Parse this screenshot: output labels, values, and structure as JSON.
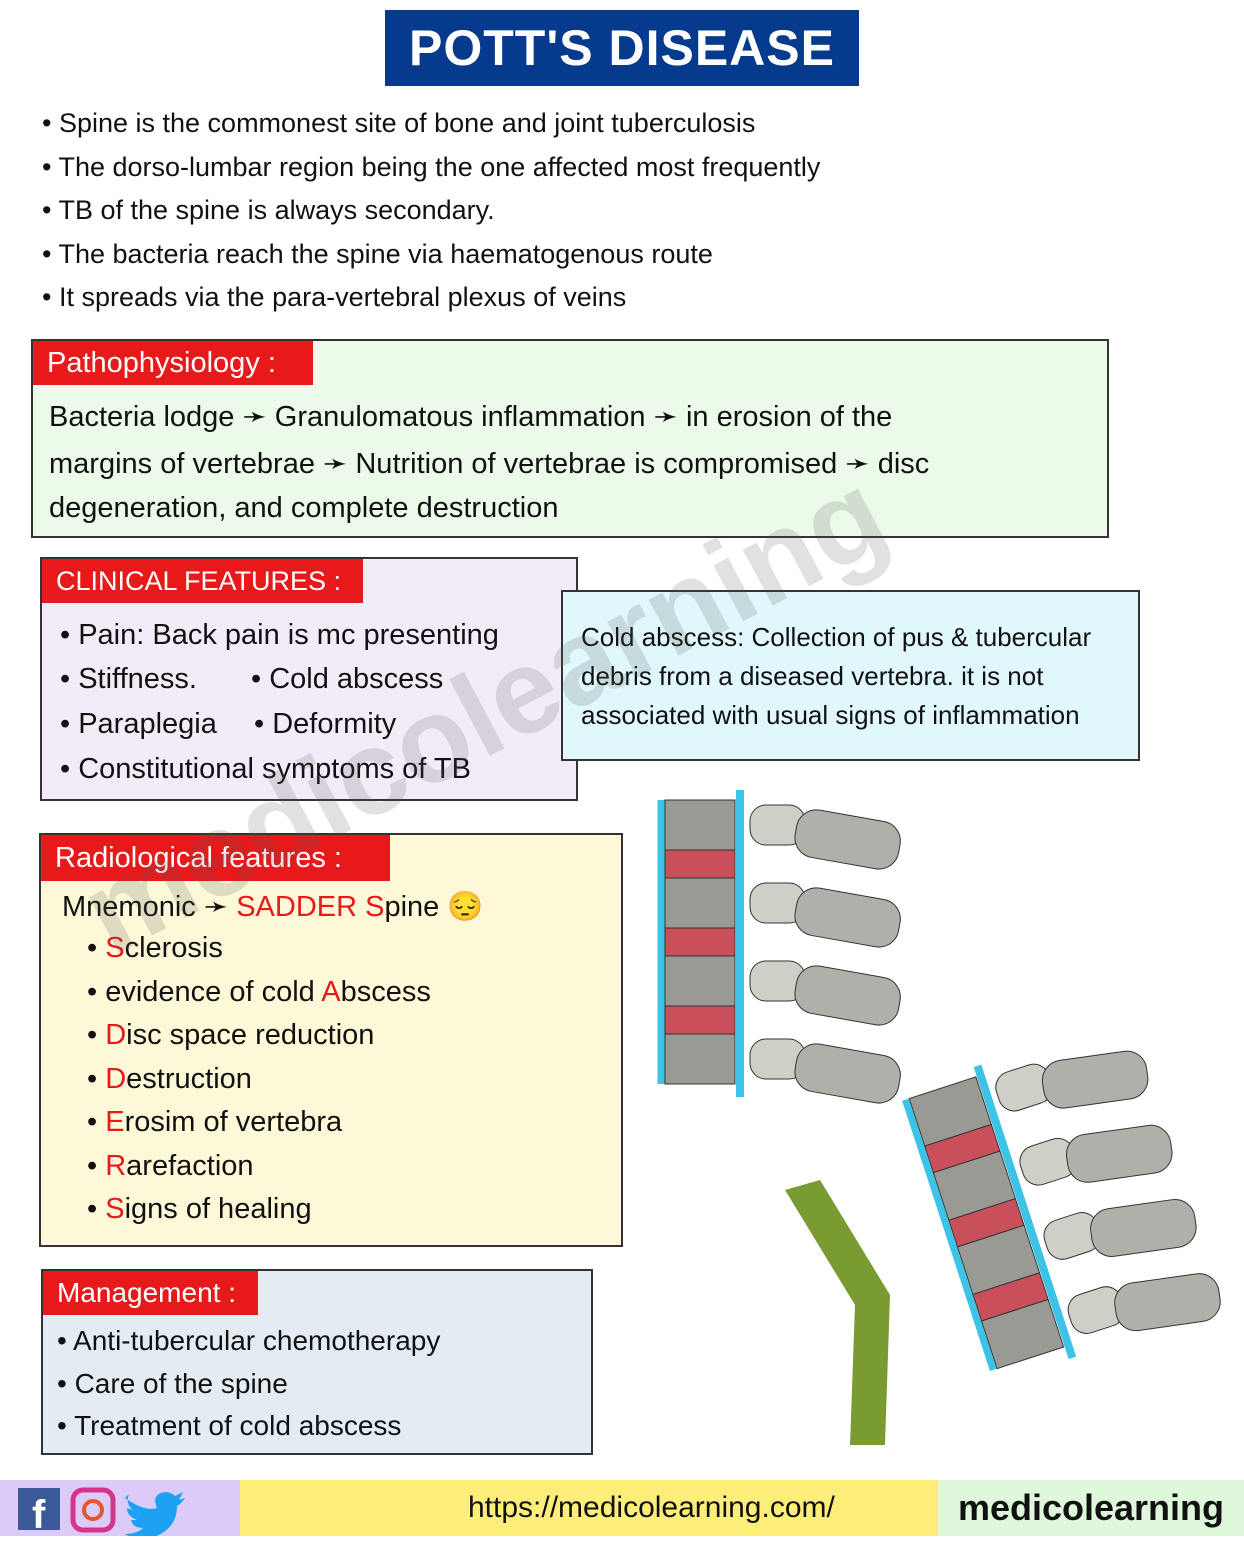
{
  "title": "POTT'S DISEASE",
  "intro": [
    "• Spine is the commonest site of bone and joint tuberculosis",
    "• The dorso-lumbar region being the  one affected most frequently",
    "• TB of the spine is always secondary.",
    "• The bacteria reach the spine via haematogenous route",
    "• It spreads via the para-vertebral plexus of veins"
  ],
  "patho": {
    "header": "Pathophysiology :",
    "lines": [
      "Bacteria lodge ➛ Granulomatous inflammation ➛ in erosion of the",
      "margins of vertebrae ➛ Nutrition of vertebrae is compromised ➛ disc",
      "degeneration, and complete destruction"
    ]
  },
  "clinical": {
    "header": "CLINICAL FEATURES :",
    "items": [
      "• Pain: Back pain is mc presenting",
      "• Stiffness.",
      "• Cold abscess",
      "• Paraplegia",
      "• Deformity",
      "• Constitutional symptoms of TB"
    ]
  },
  "cold_abscess": [
    "Cold abscess: Collection of pus & tubercular",
    "debris from a diseased vertebra. it is not",
    "associated with usual signs of inflammation"
  ],
  "radio": {
    "header": "Radiological features :",
    "mnemonic_prefix": "Mnemonic ➛ ",
    "mnemonic_red": "SADDER S",
    "mnemonic_rest": "pine",
    "emoji": "😔",
    "items": [
      {
        "pre": "",
        "red": "S",
        "rest": "clerosis"
      },
      {
        "pre": "evidence of cold ",
        "red": "A",
        "rest": "bscess"
      },
      {
        "pre": "",
        "red": "D",
        "rest": "isc space reduction"
      },
      {
        "pre": "",
        "red": "D",
        "rest": "estruction"
      },
      {
        "pre": "",
        "red": "E",
        "rest": "rosim of vertebra"
      },
      {
        "pre": "",
        "red": "R",
        "rest": "arefaction"
      },
      {
        "pre": "",
        "red": "S",
        "rest": "igns of healing"
      }
    ]
  },
  "management": {
    "header": "Management :",
    "items": [
      "• Anti-tubercular chemotherapy",
      "• Care of the spine",
      "• Treatment of cold abscess"
    ]
  },
  "watermark": "medicolearning",
  "footer": {
    "icons": [
      "facebook-icon",
      "instagram-icon",
      "twitter-icon"
    ],
    "url": "https://medicolearning.com/",
    "brand": "medicolearning"
  },
  "colors": {
    "title_bg": "#053a8d",
    "header_red": "#e8191a",
    "ligament_blue": "#3cc3e6",
    "disc_red": "#c9505a"
  }
}
